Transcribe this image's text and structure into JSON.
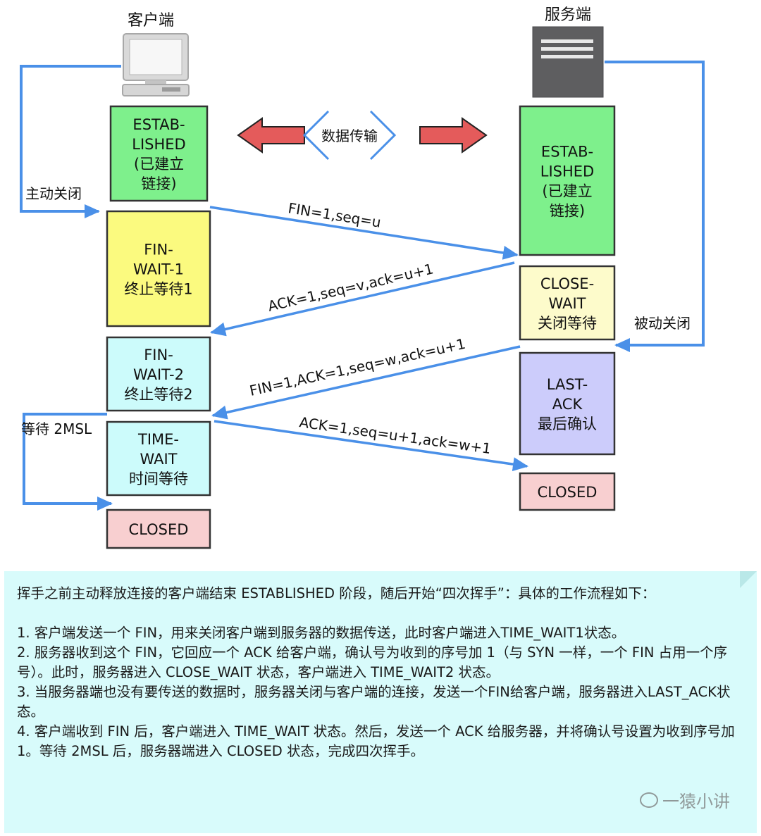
{
  "client": {
    "title": "客户端",
    "active_close_label": "主动关闭",
    "wait_2msl_label": "等待 2MSL"
  },
  "server": {
    "title": "服务端",
    "passive_close_label": "被动关闭"
  },
  "data_transfer_label": "数据传输",
  "client_states": [
    {
      "lines": [
        "ESTAB-",
        "LISHED",
        "(已建立",
        "链接)"
      ],
      "color": "#7ef08c"
    },
    {
      "lines": [
        "FIN-",
        "WAIT-1",
        "终止等待1"
      ],
      "color": "#fbfa7f"
    },
    {
      "lines": [
        "FIN-",
        "WAIT-2",
        "终止等待2"
      ],
      "color": "#ccfbfb"
    },
    {
      "lines": [
        "TIME-",
        "WAIT",
        "时间等待"
      ],
      "color": "#ccfbfb"
    },
    {
      "lines": [
        "CLOSED"
      ],
      "color": "#f8cfd0"
    }
  ],
  "server_states": [
    {
      "lines": [
        "ESTAB-",
        "LISHED",
        "(已建立",
        "链接)"
      ],
      "color": "#7ef08c"
    },
    {
      "lines": [
        "CLOSE-",
        "WAIT",
        "关闭等待"
      ],
      "color": "#fdfbcb"
    },
    {
      "lines": [
        "LAST-",
        "ACK",
        "最后确认"
      ],
      "color": "#ccccfb"
    },
    {
      "lines": [
        "CLOSED"
      ],
      "color": "#f8cfd0"
    }
  ],
  "messages": [
    "FIN=1,seq=u",
    "ACK=1,seq=v,ack=u+1",
    "FIN=1,ACK=1,seq=w,ack=u+1",
    "ACK=1,seq=u+1,ack=w+1"
  ],
  "colors": {
    "arrow_blue": "#4a90e8",
    "red_arrow": "#e45b5b",
    "box_border": "#333333"
  },
  "icons": {
    "client": "computer-icon",
    "server": "server-icon"
  },
  "explanation": {
    "intro": "挥手之前主动释放连接的客户端结束 ESTABLISHED 阶段，随后开始“四次挥手”：具体的工作流程如下：",
    "steps": [
      "1. 客户端发送一个 FIN，用来关闭客户端到服务器的数据传送，此时客户端进入TIME_WAIT1状态。",
      "2. 服务器收到这个 FIN，它回应一个 ACK 给客户端，确认号为收到的序号加 1（与 SYN 一样，一个 FIN 占用一个序号）。此时，服务器进入 CLOSE_WAIT 状态，客户端进入 TIME_WAIT2 状态。",
      "3. 当服务器端也没有要传送的数据时，服务器关闭与客户端的连接，发送一个FIN给客户端，服务器进入LAST_ACK状态。",
      "4. 客户端收到 FIN 后，客户端进入 TIME_WAIT 状态。然后，发送一个 ACK 给服务器，并将确认号设置为收到序号加 1。等待 2MSL 后，服务器端进入 CLOSED 状态，完成四次挥手。"
    ]
  },
  "watermark": "一猿小讲"
}
